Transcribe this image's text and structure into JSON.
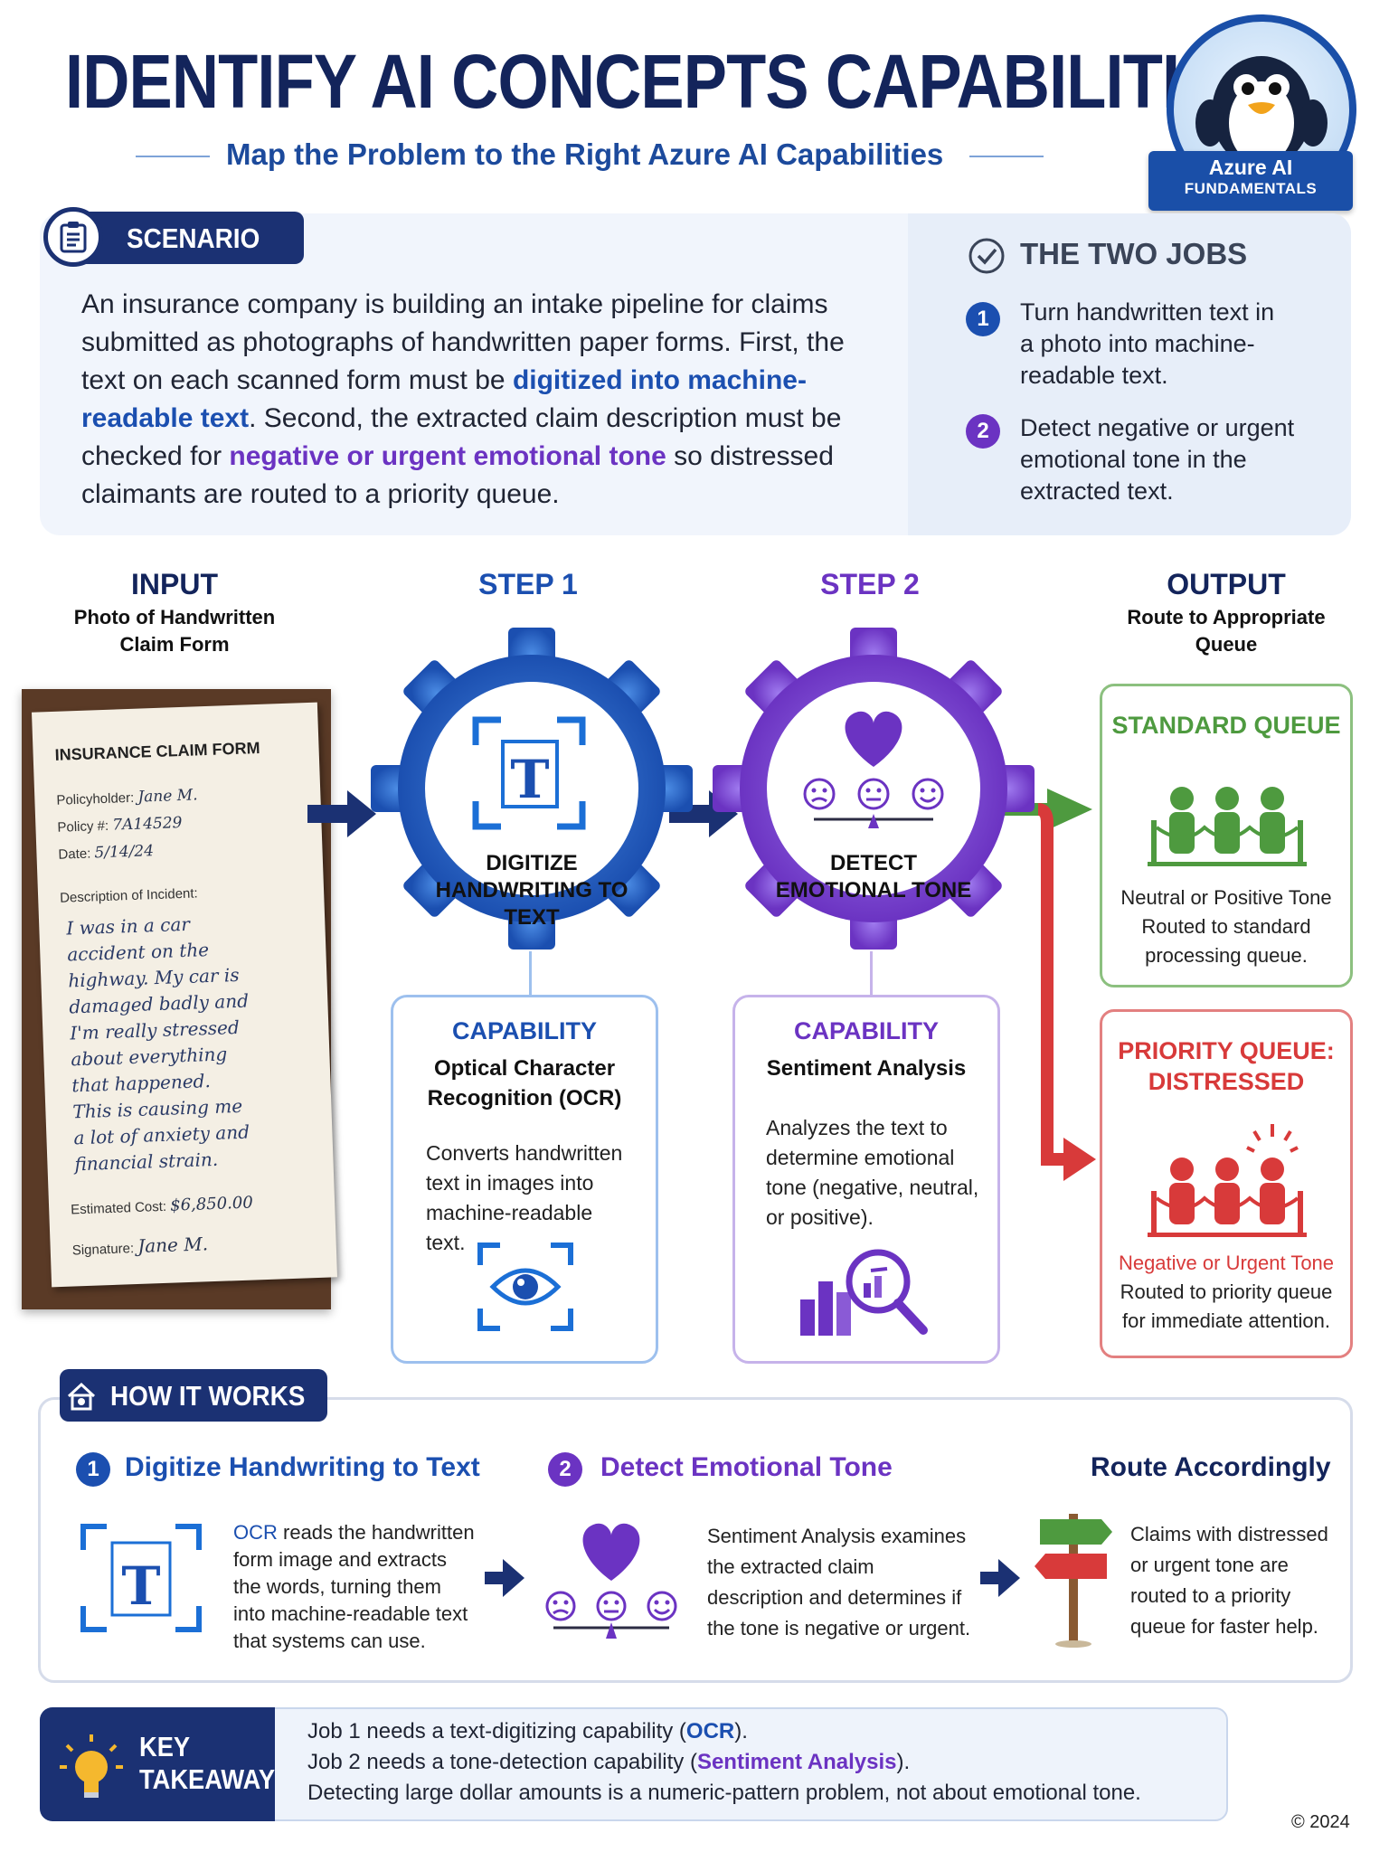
{
  "header": {
    "title": "IDENTIFY AI CONCEPTS CAPABILITIES",
    "subtitle": "Map the Problem to the Right Azure AI Capabilities",
    "badge_line1": "Azure AI",
    "badge_line2": "FUNDAMENTALS"
  },
  "scenario": {
    "label": "SCENARIO",
    "text_1": "An insurance company is building an intake pipeline for claims submitted as photographs of handwritten paper forms. First, the text on each scanned form must be ",
    "highlight_1": "digitized into machine-readable text",
    "text_2": ". Second, the extracted claim description must be checked for ",
    "highlight_2": "negative or urgent emotional tone",
    "text_3": " so distressed claimants are routed to a priority queue."
  },
  "jobs": {
    "title": "THE TWO JOBS",
    "items": [
      {
        "num": "1",
        "text": "Turn handwritten text in a photo into machine-readable text."
      },
      {
        "num": "2",
        "text": "Detect negative or urgent emotional tone in the extracted text."
      }
    ]
  },
  "flow": {
    "input_head": "INPUT",
    "input_sub": "Photo of Handwritten Claim Form",
    "step1_head": "STEP 1",
    "step2_head": "STEP 2",
    "output_head": "OUTPUT",
    "output_sub": "Route to Appropriate Queue",
    "gear1_label": "DIGITIZE HANDWRITING TO TEXT",
    "gear2_label": "DETECT EMOTIONAL TONE"
  },
  "form": {
    "title": "INSURANCE CLAIM FORM",
    "policyholder_label": "Policyholder:",
    "policyholder_value": "Jane M.",
    "policy_label": "Policy #:",
    "policy_value": "7A14529",
    "date_label": "Date:",
    "date_value": "5/14/24",
    "desc_label": "Description of Incident:",
    "desc_lines": [
      "I was in a car",
      "accident on the",
      "highway. My car is",
      "damaged badly and",
      "I'm really stressed",
      "about everything",
      "that happened.",
      "This is causing me",
      "a lot of anxiety and",
      "financial strain."
    ],
    "cost_label": "Estimated Cost:",
    "cost_value": "$6,850.00",
    "sig_label": "Signature:",
    "sig_value": "Jane M."
  },
  "capabilities": [
    {
      "head": "CAPABILITY",
      "name": "Optical Character Recognition (OCR)",
      "desc": "Converts handwritten text in images into machine-readable text.",
      "icon": "eye-scan-icon"
    },
    {
      "head": "CAPABILITY",
      "name": "Sentiment Analysis",
      "desc": "Analyzes the text to determine emotional tone (negative, neutral, or positive).",
      "icon": "chart-magnifier-icon"
    }
  ],
  "queues": {
    "standard": {
      "title": "STANDARD QUEUE",
      "line1": "Neutral or Positive Tone",
      "line2": "Routed to standard processing queue."
    },
    "priority": {
      "title_1": "PRIORITY QUEUE:",
      "title_2": "DISTRESSED",
      "line1": "Negative or Urgent Tone",
      "line2": "Routed to priority queue for immediate attention."
    }
  },
  "how": {
    "label": "HOW IT WORKS",
    "step1_num": "1",
    "step1_title": "Digitize Handwriting to Text",
    "step1_prefix": "OCR",
    "step1_desc": " reads the handwritten form image and extracts the words, turning them into machine-readable text that systems can use.",
    "step2_num": "2",
    "step2_title": "Detect Emotional Tone",
    "step2_desc": "Sentiment Analysis examines the extracted claim description and determines if the tone is negative or urgent.",
    "step3_title": "Route Accordingly",
    "step3_desc": "Claims with distressed or urgent tone are routed to a priority queue for faster help."
  },
  "takeaway": {
    "label_1": "KEY",
    "label_2": "TAKEAWAY",
    "l1_a": "Job 1 needs a text-digitizing capability (",
    "l1_b": "OCR",
    "l1_c": ").",
    "l2_a": "Job 2 needs a tone-detection capability (",
    "l2_b": "Sentiment Analysis",
    "l2_c": ").",
    "l3": "Detecting large dollar amounts is a numeric-pattern problem, not about emotional tone."
  },
  "footer": {
    "copyright": "© 2024"
  },
  "colors": {
    "navy": "#1b3173",
    "blue": "#1b4fb0",
    "purple": "#6b33c2",
    "green": "#4e9a3f",
    "red": "#d83a3a"
  }
}
